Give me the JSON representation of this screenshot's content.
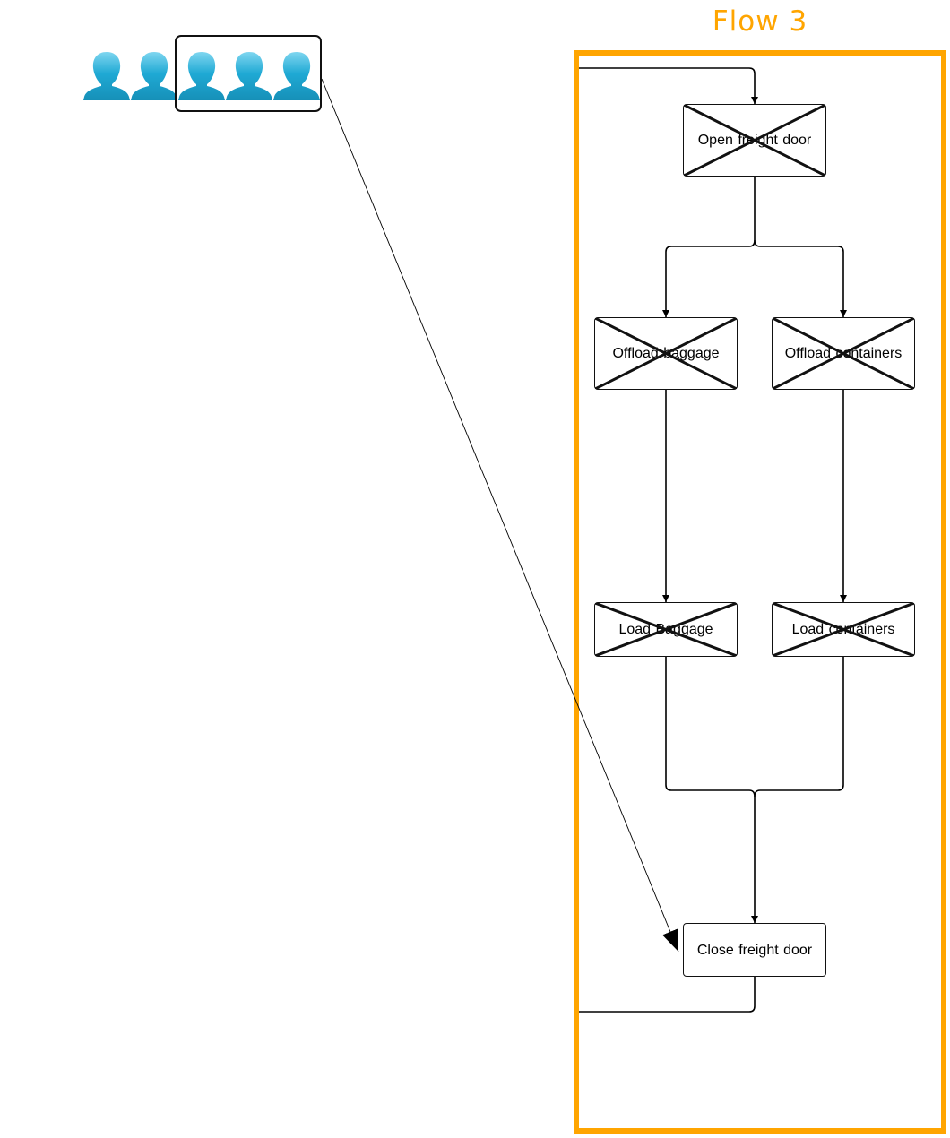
{
  "flow": {
    "title": "Flow 3",
    "frame_color": "#FFA500"
  },
  "people": {
    "count": 5,
    "icon": "person-icon",
    "color": "#1FA9D4",
    "selected_count": 3
  },
  "nodes": {
    "open_freight_door": {
      "label": "Open freight door",
      "crossed_out": true
    },
    "offload_baggage": {
      "label": "Offload baggage",
      "crossed_out": true
    },
    "offload_containers": {
      "label": "Offload containers",
      "crossed_out": true
    },
    "load_baggage": {
      "label": "Load Baggage",
      "crossed_out": true
    },
    "load_containers": {
      "label": "Load containers",
      "crossed_out": true
    },
    "close_freight_door": {
      "label": "Close freight door",
      "crossed_out": false
    }
  },
  "edges": [
    {
      "from": "flow-entry",
      "to": "open_freight_door"
    },
    {
      "from": "open_freight_door",
      "to": "offload_baggage"
    },
    {
      "from": "open_freight_door",
      "to": "offload_containers"
    },
    {
      "from": "offload_baggage",
      "to": "load_baggage"
    },
    {
      "from": "offload_containers",
      "to": "load_containers"
    },
    {
      "from": "load_baggage",
      "to": "close_freight_door"
    },
    {
      "from": "load_containers",
      "to": "close_freight_door"
    },
    {
      "from": "close_freight_door",
      "to": "flow-exit"
    },
    {
      "from": "people-group",
      "to": "close_freight_door"
    }
  ]
}
